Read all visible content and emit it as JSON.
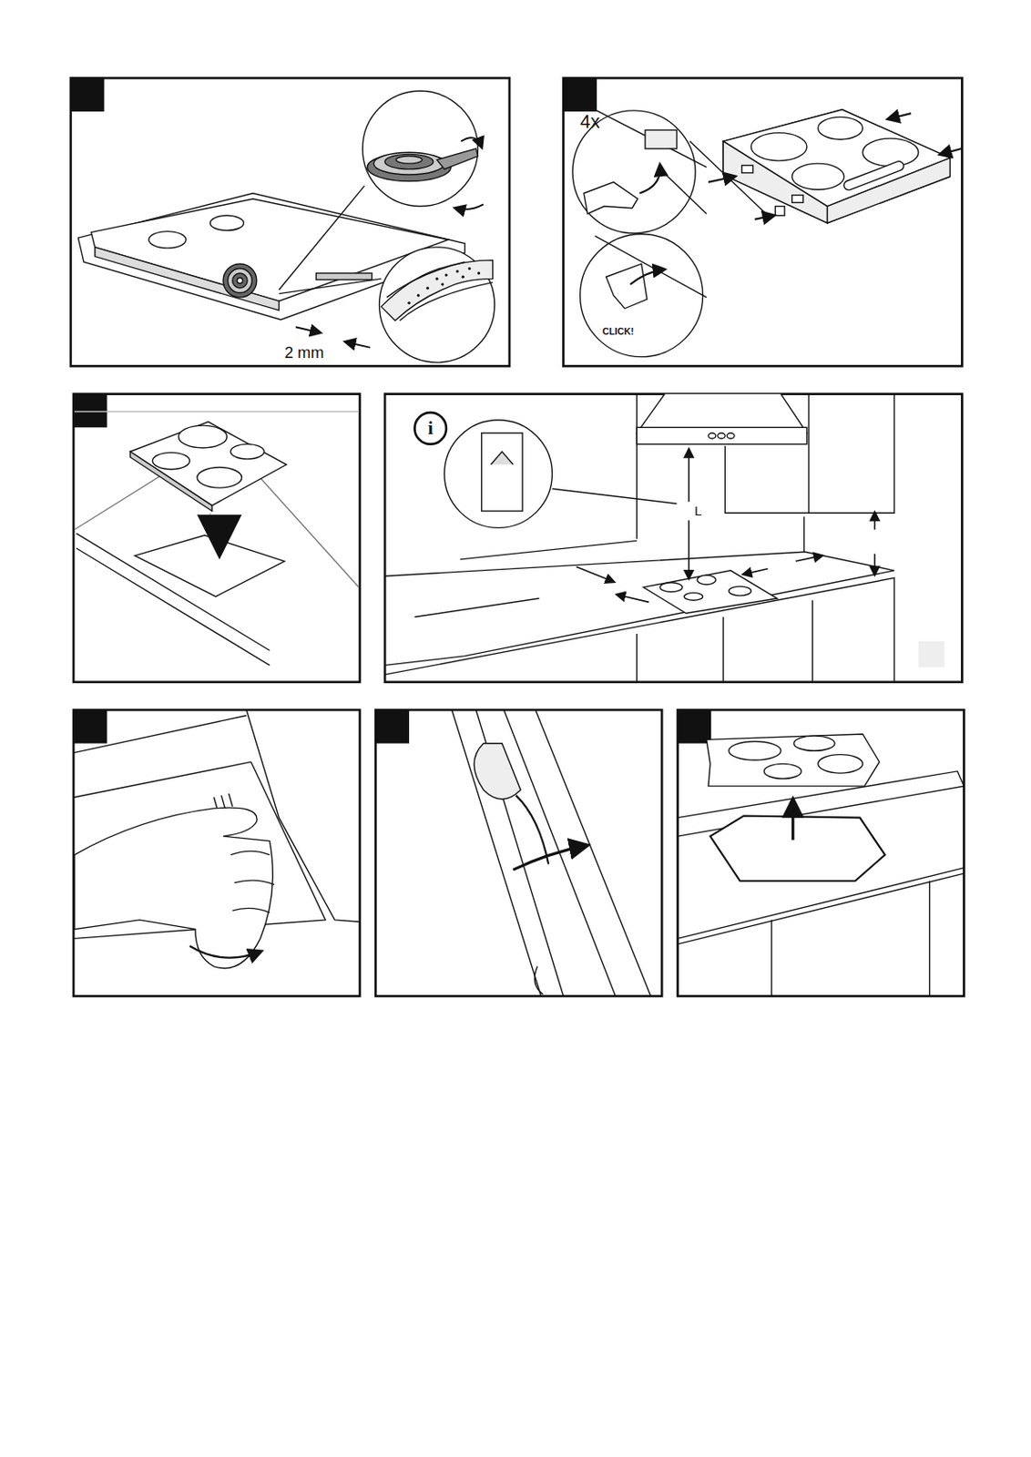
{
  "diagram": {
    "labels": [
      "2 mm",
      "4x",
      "CLICK!",
      "L",
      "i"
    ]
  }
}
